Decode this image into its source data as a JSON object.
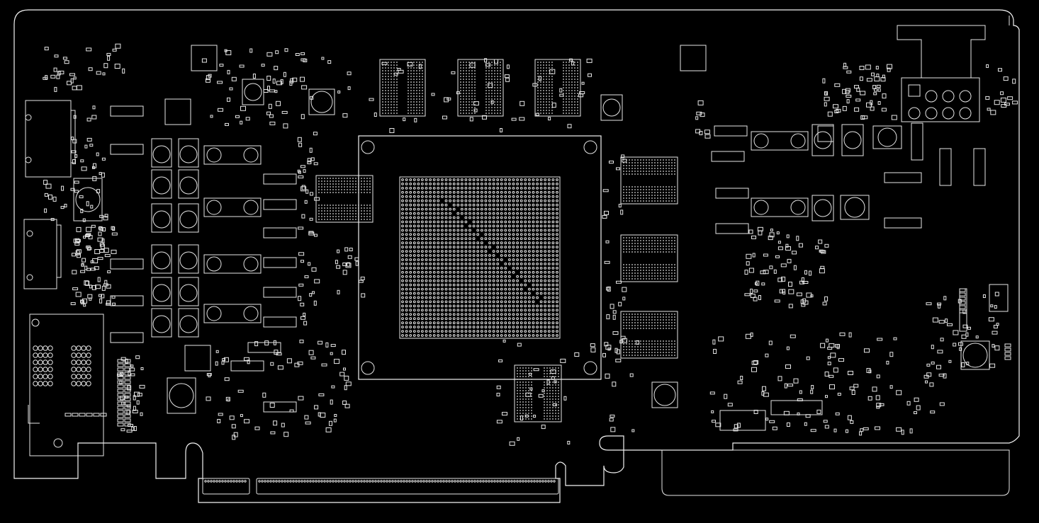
{
  "document": {
    "type": "pcb-boardview-silkscreen",
    "colors": {
      "background": "#000000",
      "outline": "#e6e6e6"
    }
  },
  "board": {
    "pcie_slot": {
      "segments": 2
    },
    "gpu": {
      "bga_grid": {
        "cols": 40,
        "rows": 38
      }
    },
    "memory_chips": {
      "top_row_count": 3,
      "right_column_count": 3,
      "left_count": 1,
      "bottom_count": 1
    },
    "io_connectors": [
      {
        "kind": "hdmi-connector"
      },
      {
        "kind": "displayport-connector"
      },
      {
        "kind": "dvi-connector"
      }
    ],
    "power_connector": {
      "kind": "8-pin-power-connector",
      "pins": 8
    }
  }
}
